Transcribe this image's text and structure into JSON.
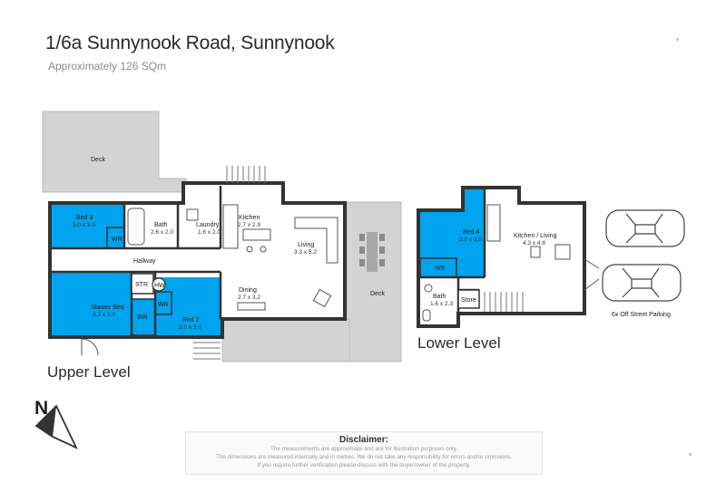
{
  "header": {
    "title": "1/6a Sunnynook Road, Sunnynook",
    "area": "Approximately 126 SQm"
  },
  "colors": {
    "bedroom_fill": "#00a3ee",
    "wall": "#333333",
    "outdoor_fill": "#d3d3d3",
    "floor": "#ffffff"
  },
  "levels": {
    "upper_label": "Upper Level",
    "lower_label": "Lower Level"
  },
  "upper": {
    "deck_top": "Deck",
    "deck_right": "Deck",
    "bed3": {
      "name": "Bed 3",
      "dim": "3.0 x 3.0"
    },
    "bath": {
      "name": "Bath",
      "dim": "2.6 x 2.0"
    },
    "laundry": {
      "name": "Laundry",
      "dim": "1.6 x 2.0"
    },
    "kitchen": {
      "name": "Kitchen",
      "dim": "2.7 x 2.9"
    },
    "living": {
      "name": "Living",
      "dim": "3.3 x 5.2"
    },
    "hallway": "Hallway",
    "master": {
      "name": "Master Bed",
      "dim": "3.3 x 3.0"
    },
    "dining": {
      "name": "Dining",
      "dim": "2.7 x 3.2"
    },
    "bed2": {
      "name": "Bed 2",
      "dim": "3.0 x 3.0"
    },
    "wr_bed3": "WR",
    "wr_master": "WR",
    "wr_bed2": "WR",
    "str": "STR",
    "hw": "HW"
  },
  "lower": {
    "bed4": {
      "name": "Bed 4",
      "dim": "3.0 x 3.8"
    },
    "kitchen_living": {
      "name": "Kitchen / Living",
      "dim": "4.3 x 4.8"
    },
    "bath": {
      "name": "Bath",
      "dim": "1.6 x 2.3"
    },
    "wr": "WR",
    "store": "Store"
  },
  "parking": "6x Off Street Parking",
  "compass": {
    "letter": "N",
    "icon": "north-arrow-icon"
  },
  "disclaimer": {
    "title": "Disclaimer:",
    "lines": [
      "The measurements are approximate and are for illustration purposes only.",
      "The dimensions are measured internally and in metres. We do not take any responsibility for errors and/or omissions.",
      "If you require further verification please discuss with the buyer/owner of the property."
    ]
  }
}
